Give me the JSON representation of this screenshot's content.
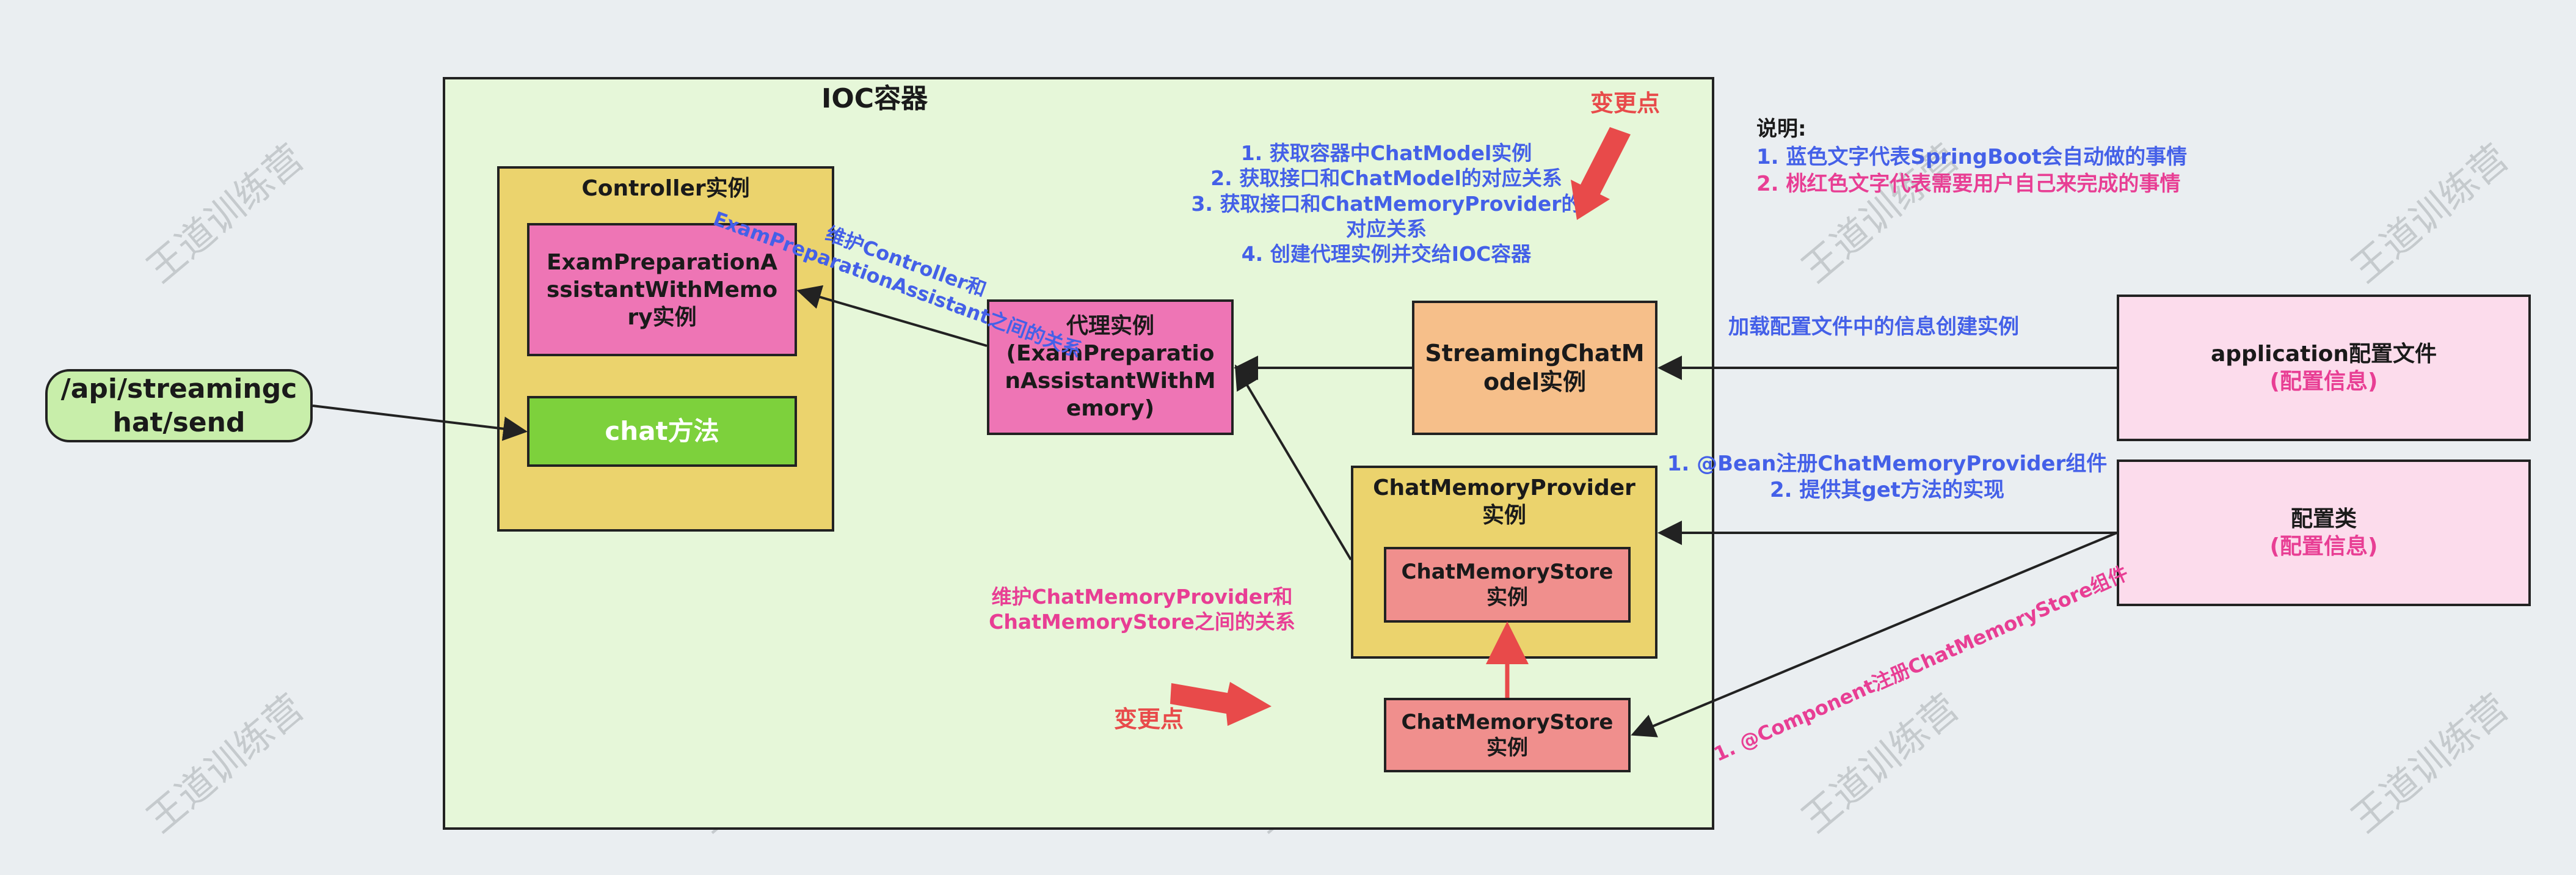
{
  "ioc_container": {
    "title": "IOC容器"
  },
  "endpoint": {
    "label": "/api/streamingc\nhat/send"
  },
  "controller": {
    "title": "Controller实例",
    "assistant": "ExamPreparationA\nssistantWithMemo\nry实例",
    "chat_method": "chat方法"
  },
  "proxy": {
    "label": "代理实例\n(ExamPreparatio\nnAssistantWithM\nemory)"
  },
  "streaming_model": {
    "label": "StreamingChatM\nodel实例"
  },
  "memory_provider": {
    "title": "ChatMemoryProvider\n实例",
    "inner_store": "ChatMemoryStore\n实例"
  },
  "memory_store": {
    "label": "ChatMemoryStore\n实例"
  },
  "application_config": {
    "title": "application配置文件",
    "sub": "(配置信息)"
  },
  "config_class": {
    "title": "配置类",
    "sub": "(配置信息)"
  },
  "annotations": {
    "maintain_controller": "维护Controller和\nExamPreparationAssistant之间的关系",
    "proxy_steps": "1. 获取容器中ChatModel实例\n2. 获取接口和ChatModel的对应关系\n3. 获取接口和ChatMemoryProvider的\n对应关系\n4. 创建代理实例并交给IOC容器",
    "change_point_top": "变更点",
    "change_point_bottom": "变更点",
    "load_config": "加载配置文件中的信息创建实例",
    "bean_register": "1. @Bean注册ChatMemoryProvider组件\n2. 提供其get方法的实现",
    "maintain_memory": "维护ChatMemoryProvider和\nChatMemoryStore之间的关系",
    "component_register": "1. @Component注册ChatMemoryStore组件"
  },
  "legend": {
    "title": "说明:",
    "blue": "1. 蓝色文字代表SpringBoot会自动做的事情",
    "pink": "2. 桃红色文字代表需要用户自己来完成的事情"
  },
  "watermark": "王道训练营",
  "colors": {
    "container": "#e6f7d9",
    "controller": "#ebd36d",
    "assistant": "#ee75b5",
    "chat_method": "#7dd13c",
    "endpoint": "#c8eeaa",
    "streaming": "#f6bf8a",
    "memory_store": "#f08f8d",
    "config": "#fcdcec",
    "blue_text": "#4460e8",
    "pink_text": "#e83e94",
    "red_arrow": "#e84a4a"
  }
}
